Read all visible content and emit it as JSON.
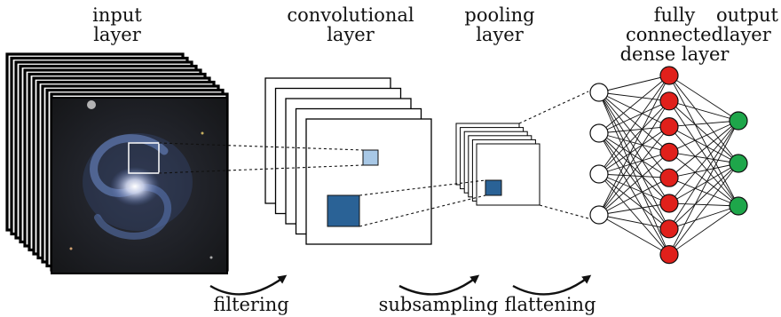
{
  "layers": {
    "input": [
      "input",
      "layer"
    ],
    "conv": [
      "convolutional",
      "layer"
    ],
    "pool": [
      "pooling",
      "layer"
    ],
    "dense": [
      "fully",
      "connected",
      "dense layer"
    ],
    "output": [
      "output",
      "layer"
    ]
  },
  "operations": {
    "filtering": "filtering",
    "subsampling": "subsampling",
    "flattening": "flattening"
  },
  "network": {
    "input_nodes": 4,
    "hidden_nodes": 8,
    "output_nodes": 3,
    "hidden_color": "#e0201b",
    "output_color": "#1ea64a",
    "input_color": "#ffffff"
  },
  "colors": {
    "light_patch": "#a8c8e6",
    "dark_patch": "#2a6296"
  }
}
